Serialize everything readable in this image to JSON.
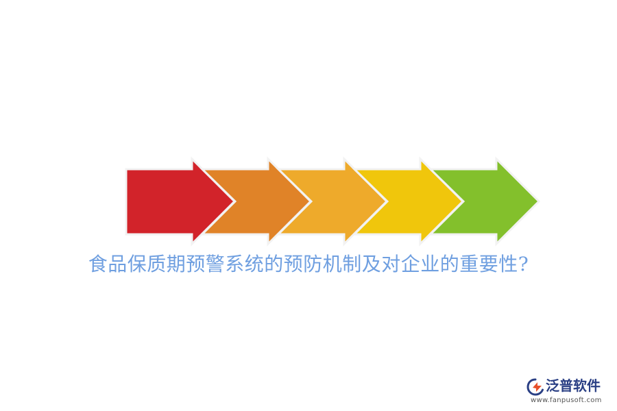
{
  "arrows": {
    "count": 5,
    "colors": [
      "#d2232a",
      "#e08328",
      "#eeaa2b",
      "#f0c60c",
      "#83c02c"
    ],
    "border_color": "#f2f2f2"
  },
  "headline": "食品保质期预警系统的预防机制及对企业的重要性?",
  "brand": {
    "name": "泛普软件",
    "url": "www.fanpusoft.com",
    "colors": {
      "name": "#2a3f84",
      "logo_primary": "#2a3f84",
      "logo_accent": "#e8502a"
    }
  }
}
